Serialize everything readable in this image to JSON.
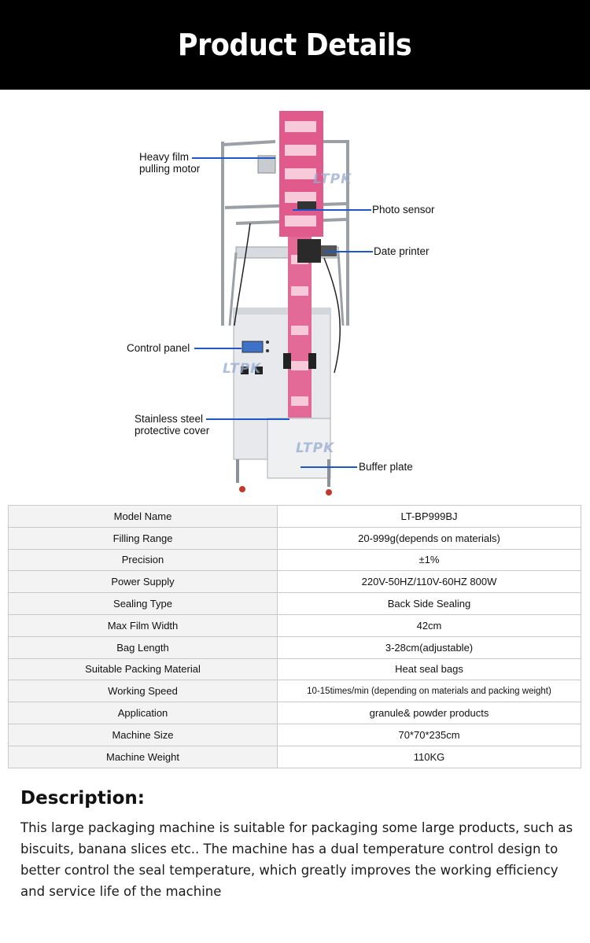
{
  "header": {
    "title": "Product Details"
  },
  "figure": {
    "watermark": "LTPK",
    "callouts": {
      "motor": "Heavy film\npulling motor",
      "sensor": "Photo sensor",
      "printer": "Date printer",
      "panel": "Control panel",
      "cover": "Stainless steel\nprotective cover",
      "buffer": "Buffer plate"
    },
    "colors": {
      "callout_line": "#1e57c8",
      "film": "#e05a8c"
    }
  },
  "specs": {
    "rows": [
      {
        "key": "Model Name",
        "value": "LT-BP999BJ"
      },
      {
        "key": "Filling Range",
        "value": "20-999g(depends on materials)"
      },
      {
        "key": "Precision",
        "value": "±1%"
      },
      {
        "key": "Power Supply",
        "value": "220V-50HZ/110V-60HZ 800W"
      },
      {
        "key": "Sealing Type",
        "value": "Back Side Sealing"
      },
      {
        "key": "Max Film Width",
        "value": "42cm"
      },
      {
        "key": "Bag Length",
        "value": "3-28cm(adjustable)"
      },
      {
        "key": "Suitable Packing Material",
        "value": "Heat seal bags"
      },
      {
        "key": "Working Speed",
        "value": "10-15times/min (depending on materials and packing weight)"
      },
      {
        "key": "Application",
        "value": "granule& powder products"
      },
      {
        "key": "Machine Size",
        "value": "70*70*235cm"
      },
      {
        "key": "Machine Weight",
        "value": "110KG"
      }
    ]
  },
  "description": {
    "title": "Description:",
    "body": "This large packaging machine is suitable for packaging some large products, such as biscuits, banana slices etc.. The machine has a dual temperature control design to better control the seal temperature, which greatly improves the working efficiency and service life of the machine"
  }
}
